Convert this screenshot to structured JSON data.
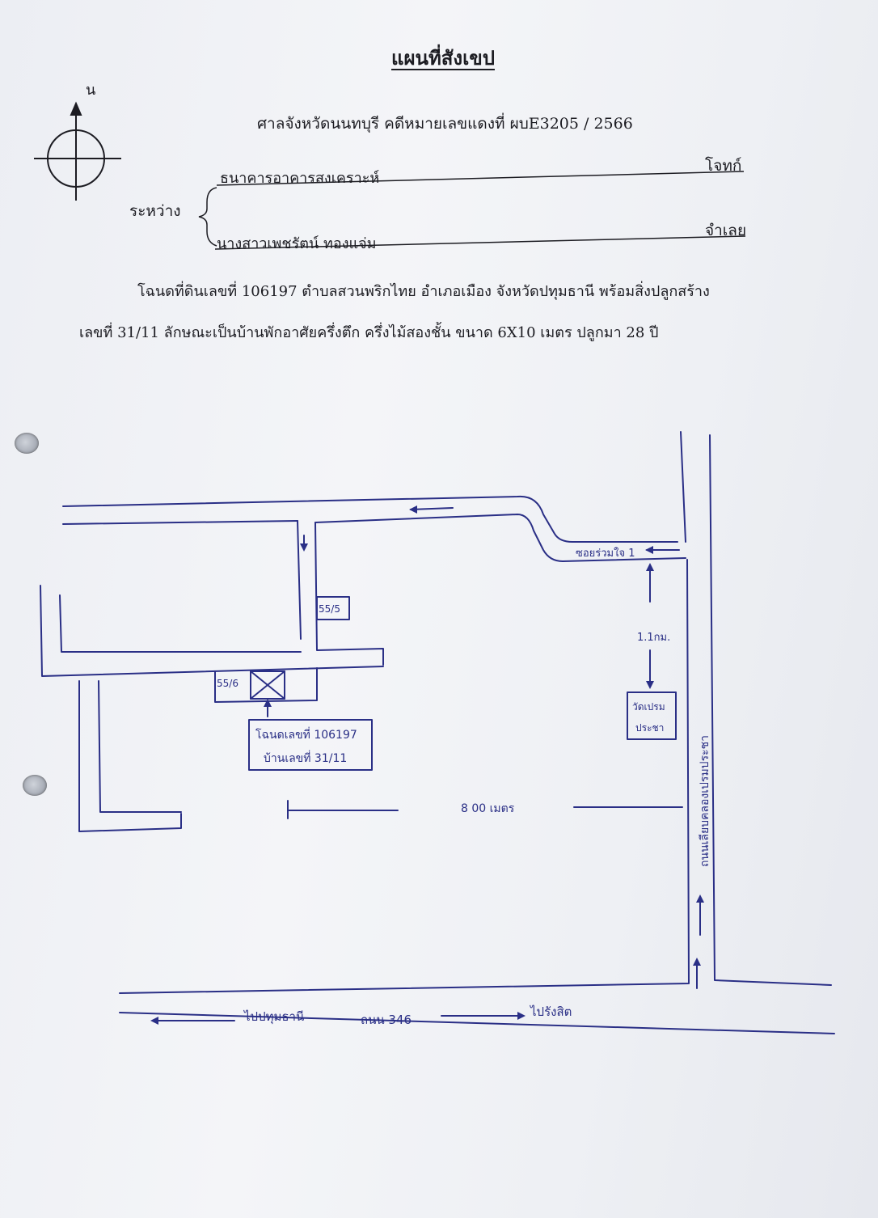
{
  "header": {
    "title": "แผนที่สังเขป",
    "north_label": "น",
    "court_line": "ศาลจังหวัดนนทบุรี  คดีหมายเลขแดงที่  ผบE3205 / 2566"
  },
  "parties": {
    "between_label": "ระหว่าง",
    "plaintiff_name": "ธนาคารอาคารสงเคราะห์",
    "plaintiff_role": "โจทก์",
    "defendant_name": "นางสาวเพชรัตน์  ทองแจ่ม",
    "defendant_role": "จำเลย"
  },
  "description": {
    "line1": "โฉนดที่ดินเลขที่  106197  ตำบลสวนพริกไทย  อำเภอเมือง   จังหวัดปทุมธานี พร้อมสิ่งปลูกสร้าง",
    "line2": "เลขที่ 31/11 ลักษณะเป็นบ้านพักอาศัยครึ่งตึก ครึ่งไม้สองชั้น ขนาด 6X10 เมตร ปลูกมา 28 ปี"
  },
  "map": {
    "soi_label": "ซอยร่วมใจ 1",
    "house_55_5": "55/5",
    "house_55_6": "55/6",
    "deed_box_line1": "โฉนดเลขที่ 106197",
    "deed_box_line2": "บ้านเลขที่ 31/11",
    "distance_1_1km": "1.1กม.",
    "temple_line1": "วัดเปรม",
    "temple_line2": "ประชา",
    "distance_800m": "8 00 เมตร",
    "side_road_label": "ถนนเลียบคลองเปรมประชา",
    "main_road_label": "ถนน 346",
    "to_pathum_label": "ไปปทุมธานี",
    "to_rangsit_label": "ไปรังสิต"
  },
  "colors": {
    "ink_blue": "#2a2f86",
    "print_black": "#1c1c22"
  }
}
